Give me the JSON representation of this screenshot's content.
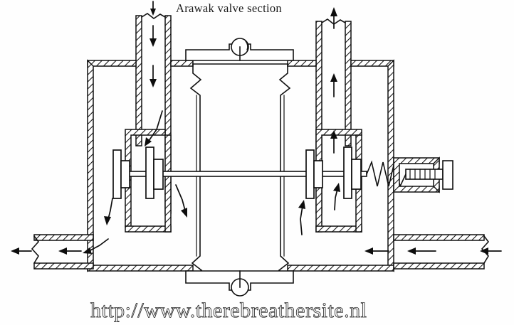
{
  "figure": {
    "title": "Arawak valve section",
    "watermark": "http://www.therebreathersite.nl",
    "type": "technical-cross-section",
    "subject": "Arawak rebreather breathing valve",
    "ink_color": "#111111",
    "background_color": "#ffffff"
  },
  "diagram": {
    "description": "Engineering cross-section of a twin-chamber diaphragm breathing valve with hatched sectioned walls, a central horizontal valve shaft carrying four valve discs, an adjustable compression spring on the right, two vertical gas tubes on top, two horizontal hose ports on the sides, and domed port bosses top and bottom.",
    "components": [
      {
        "id": "body-wall",
        "label": "valve body wall",
        "rendering": "section-hatched"
      },
      {
        "id": "left-vertical-tube",
        "label": "left vertical tube",
        "flow": "down"
      },
      {
        "id": "right-vertical-tube",
        "label": "right vertical tube",
        "flow": "up"
      },
      {
        "id": "left-chamber",
        "label": "left chamber"
      },
      {
        "id": "right-chamber",
        "label": "right chamber"
      },
      {
        "id": "center-diaphragm-chamber",
        "label": "central diaphragm chamber",
        "rendering": "broken-out-section"
      },
      {
        "id": "valve-shaft",
        "label": "horizontal valve shaft"
      },
      {
        "id": "valve-disc-1",
        "label": "valve disc"
      },
      {
        "id": "valve-disc-2",
        "label": "valve disc"
      },
      {
        "id": "valve-disc-3",
        "label": "valve disc"
      },
      {
        "id": "valve-disc-4",
        "label": "valve disc"
      },
      {
        "id": "adjusting-spring",
        "label": "compression adjusting spring"
      },
      {
        "id": "adjusting-screw",
        "label": "threaded adjusting screw"
      },
      {
        "id": "adjusting-knob",
        "label": "adjusting knob"
      },
      {
        "id": "left-port",
        "label": "left hose port",
        "flow": "outward-left"
      },
      {
        "id": "right-port",
        "label": "right hose port",
        "flow": "inward-left"
      },
      {
        "id": "top-boss",
        "label": "top port boss"
      },
      {
        "id": "bottom-boss",
        "label": "bottom port boss"
      }
    ],
    "flow_arrows": [
      {
        "id": "arrow-top-left-in",
        "direction": "down",
        "location": "left vertical tube, top"
      },
      {
        "id": "arrow-left-tube-1",
        "direction": "down",
        "location": "left vertical tube, upper"
      },
      {
        "id": "arrow-left-tube-2",
        "direction": "down",
        "location": "left vertical tube, middle"
      },
      {
        "id": "arrow-left-curve-1",
        "direction": "down-left-curve",
        "location": "left inner chamber"
      },
      {
        "id": "arrow-left-curve-2",
        "direction": "down-left-curve",
        "location": "left chamber, lower"
      },
      {
        "id": "arrow-left-curve-3",
        "direction": "down-right-curve",
        "location": "left chamber, centre"
      },
      {
        "id": "arrow-left-outlet",
        "direction": "left",
        "location": "left hose port, outer"
      },
      {
        "id": "arrow-left-outlet-2",
        "direction": "left",
        "location": "left hose port, inner"
      },
      {
        "id": "arrow-left-turn",
        "direction": "curve-to-outlet",
        "location": "left chamber to port"
      },
      {
        "id": "arrow-right-in-1",
        "direction": "left",
        "location": "right hose port, outer"
      },
      {
        "id": "arrow-right-in-2",
        "direction": "left",
        "location": "right hose port, inner"
      },
      {
        "id": "arrow-right-up-1",
        "direction": "up-curve",
        "location": "right chamber, lower"
      },
      {
        "id": "arrow-right-up-2",
        "direction": "up-curve",
        "location": "right chamber, centre"
      },
      {
        "id": "arrow-right-tube-1",
        "direction": "up",
        "location": "right vertical tube, middle"
      },
      {
        "id": "arrow-right-tube-2",
        "direction": "up",
        "location": "right vertical tube, upper"
      },
      {
        "id": "arrow-top-right-out",
        "direction": "up",
        "location": "right vertical tube, top"
      }
    ]
  }
}
